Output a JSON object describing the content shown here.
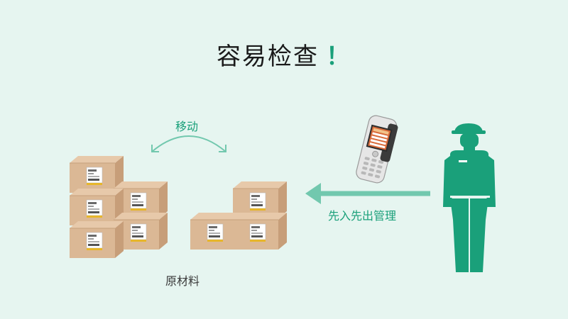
{
  "title": {
    "text": "容易检查",
    "mark": "！"
  },
  "labels": {
    "move": "移动",
    "fifo": "先入先出管理",
    "raw_material": "原材料"
  },
  "icons": [
    "box-icon",
    "handheld-scanner-icon",
    "worker-icon",
    "arrow-icon",
    "curved-arrow-icon"
  ],
  "colors": {
    "background": "#e6f5f0",
    "accent": "#1aa07a",
    "arrow": "#72c8ae",
    "box": "#dbb895",
    "box_shade": "#c9a07c",
    "title_text": "#1a1a1a"
  }
}
